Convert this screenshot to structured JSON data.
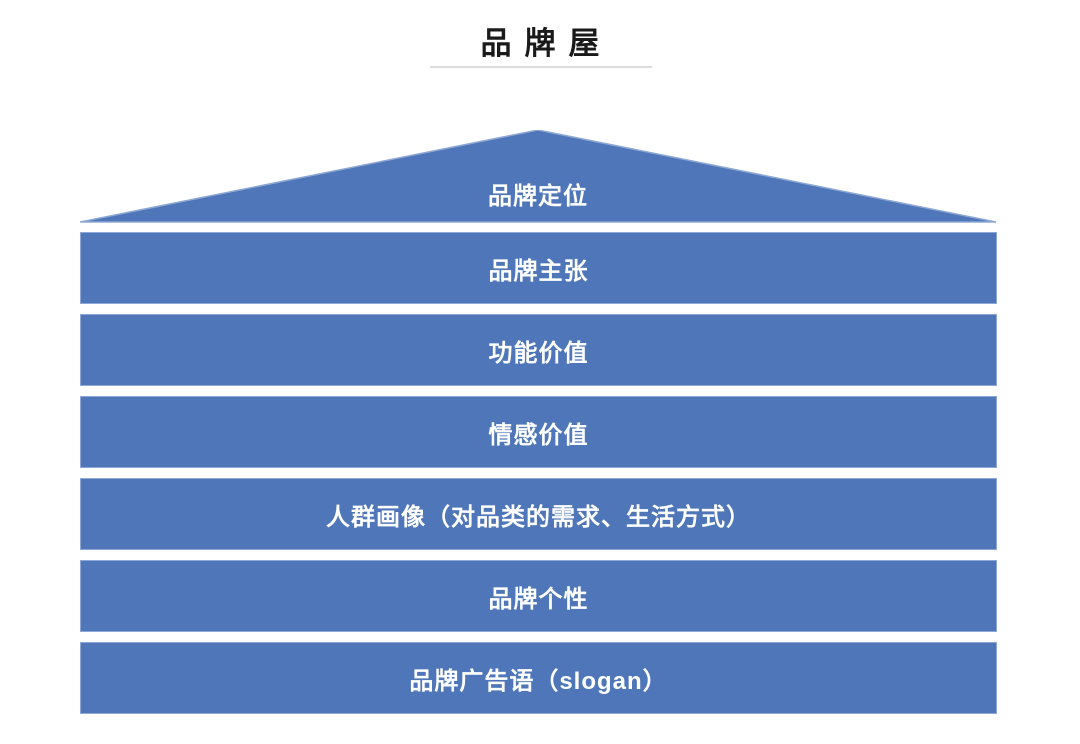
{
  "page": {
    "title": "品牌屋",
    "background_color": "#ffffff",
    "divider_color": "#dcdcdc"
  },
  "diagram": {
    "name": "brand-house",
    "accent_color": "#4e76b8",
    "border_color": "#8ea8d4",
    "text_color": "#ffffff",
    "roof": {
      "label": "品牌定位",
      "shape": "triangle"
    },
    "rows": [
      {
        "label": "品牌主张"
      },
      {
        "label": "功能价值"
      },
      {
        "label": "情感价值"
      },
      {
        "label": "人群画像（对品类的需求、生活方式）"
      },
      {
        "label": "品牌个性"
      },
      {
        "label": "品牌广告语（slogan）"
      }
    ]
  }
}
